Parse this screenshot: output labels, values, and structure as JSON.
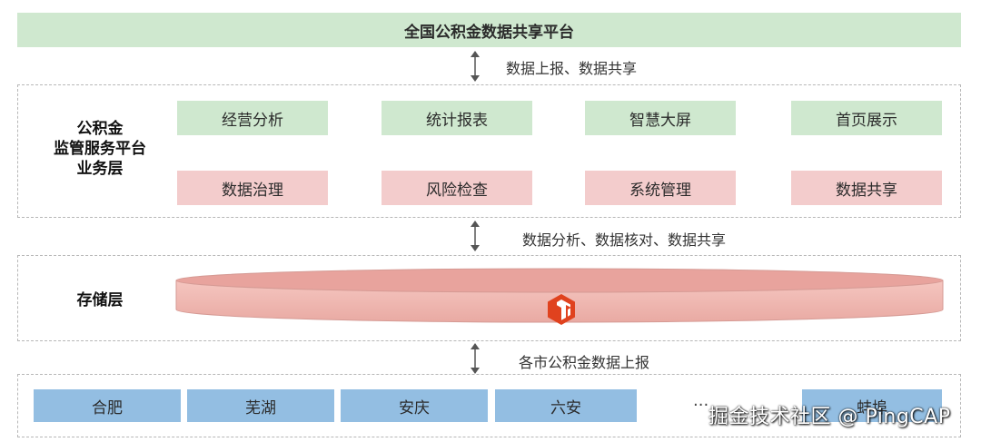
{
  "top_platform": {
    "label": "全国公积金数据共享平台"
  },
  "arrows": {
    "top_label": "数据上报、数据共享",
    "middle_label": "数据分析、数据核对、数据共享",
    "bottom_label": "各市公积金数据上报"
  },
  "business_layer": {
    "title_line1": "公积金",
    "title_line2": "监管服务平台",
    "title_line3": "业务层",
    "green_items": [
      "经营分析",
      "统计报表",
      "智慧大屏",
      "首页展示"
    ],
    "pink_items": [
      "数据治理",
      "风险检查",
      "系统管理",
      "数据共享"
    ]
  },
  "storage_layer": {
    "title": "存储层",
    "logo_name": "tidb-logo-icon"
  },
  "cities": {
    "items": [
      "合肥",
      "芜湖",
      "安庆",
      "六安",
      "蚌埠"
    ],
    "ellipsis": "···"
  },
  "watermark": "掘金技术社区 @ PingCAP",
  "colors": {
    "green": "#cfe8cf",
    "pink": "#f3cccc",
    "blue": "#93bee2",
    "logo_red": "#e0421e"
  }
}
